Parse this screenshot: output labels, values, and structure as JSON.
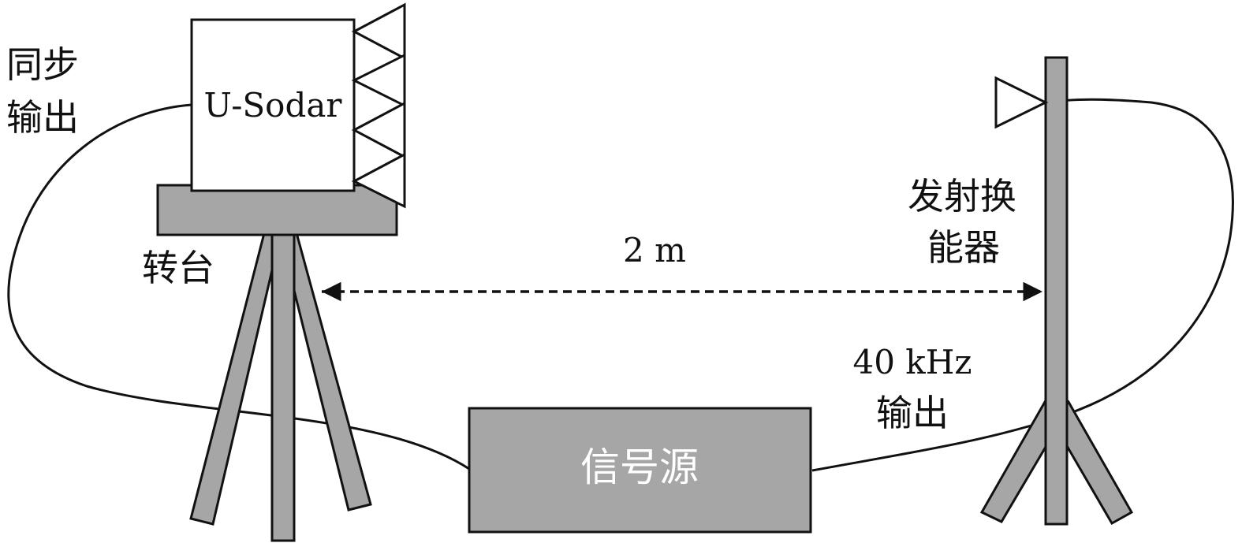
{
  "labels": {
    "sync_output_line1": "同步",
    "sync_output_line2": "输出",
    "device_name": "U-Sodar",
    "turntable": "转台",
    "distance": "2 m",
    "transmitter_line1": "发射换",
    "transmitter_line2": "能器",
    "frequency_line1": "40 kHz",
    "frequency_line2": "输出",
    "signal_source": "信号源"
  },
  "colors": {
    "equipment_fill": "#a6a6a6",
    "outline": "#111111",
    "background": "#ffffff",
    "signal_source_text": "#ffffff"
  }
}
